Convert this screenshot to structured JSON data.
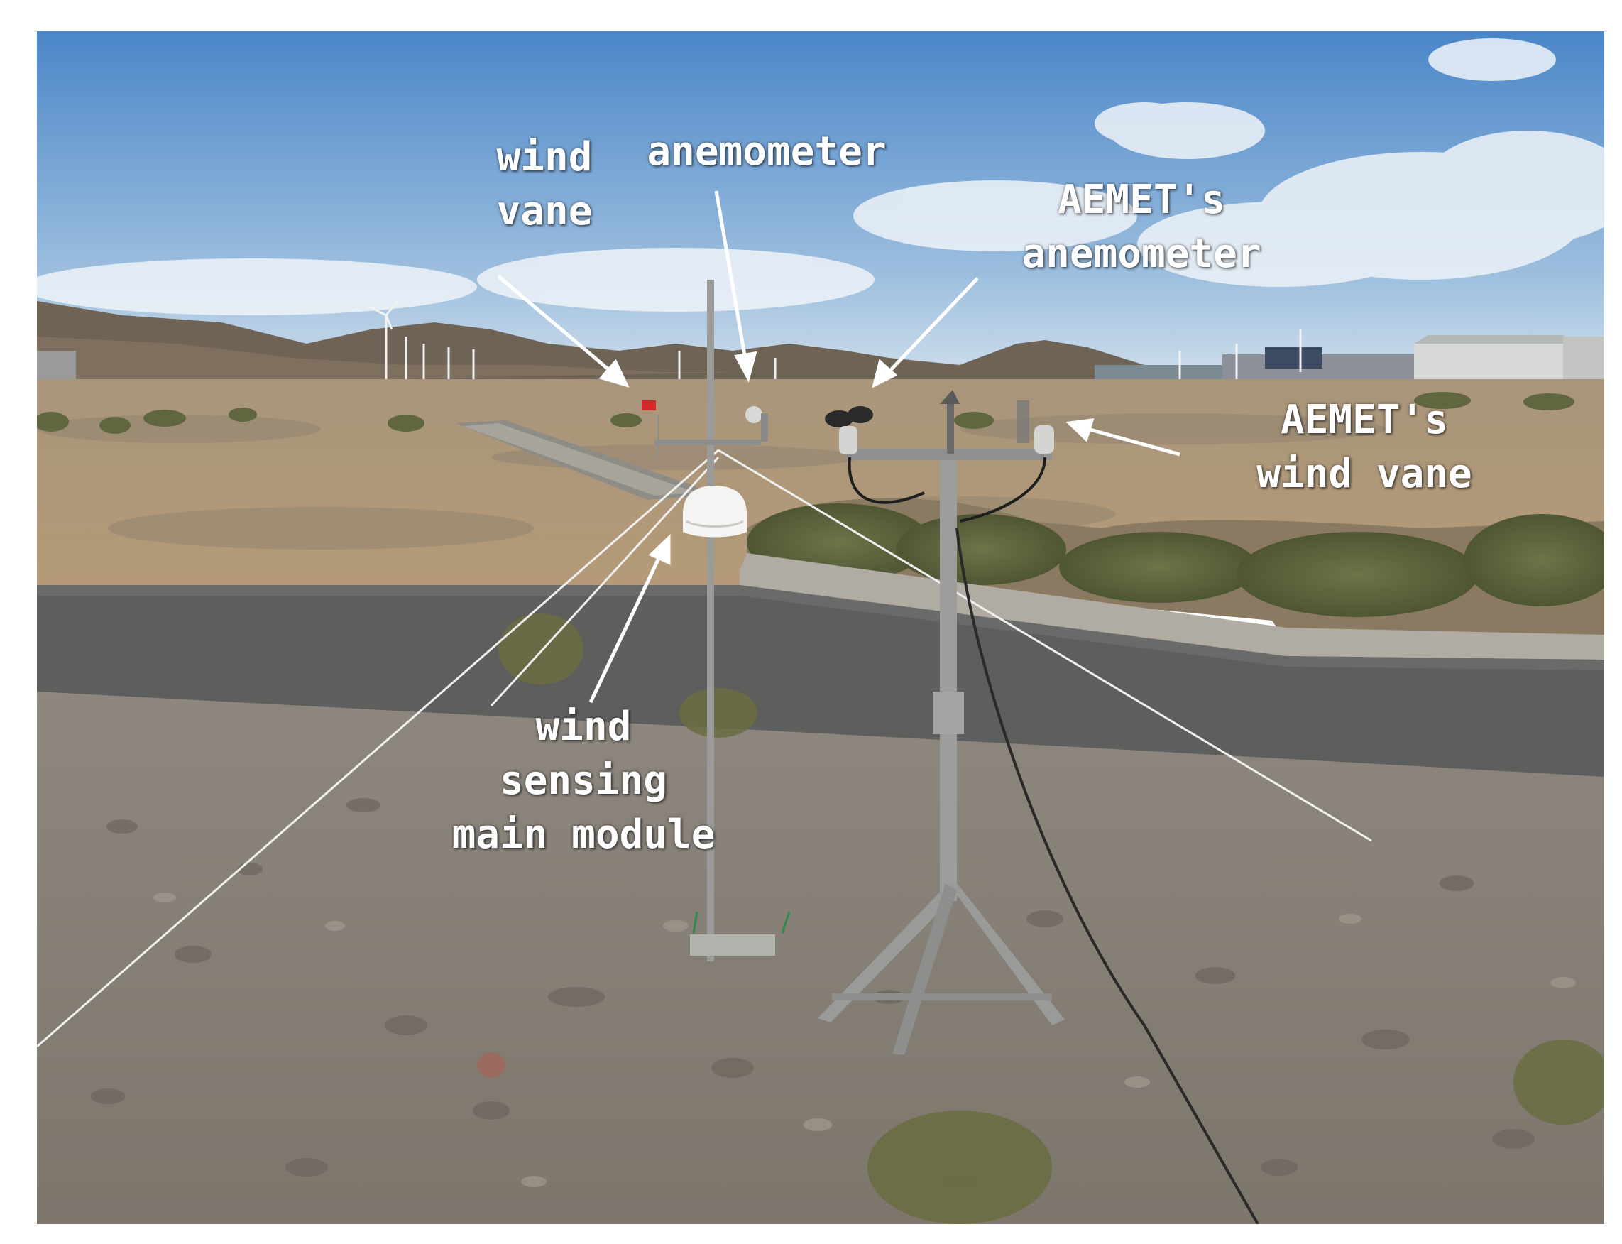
{
  "labels": {
    "wind_vane": [
      "wind",
      "vane"
    ],
    "anemometer": [
      "anemometer"
    ],
    "aemet_anemometer": [
      "AEMET's",
      "anemometer"
    ],
    "aemet_wind_vane": [
      "AEMET's",
      "wind vane"
    ],
    "main_module": [
      "wind",
      "sensing",
      "main module"
    ]
  },
  "colors": {
    "sky_top": "#4e8ccc",
    "sky_bottom": "#c9dcec",
    "mountains": "#6e6254",
    "ground_far": "#a89478",
    "road": "#5f5f5d",
    "ground_near": "#8f877c",
    "mast": "#9a9a98",
    "label_text": "#ffffff"
  }
}
